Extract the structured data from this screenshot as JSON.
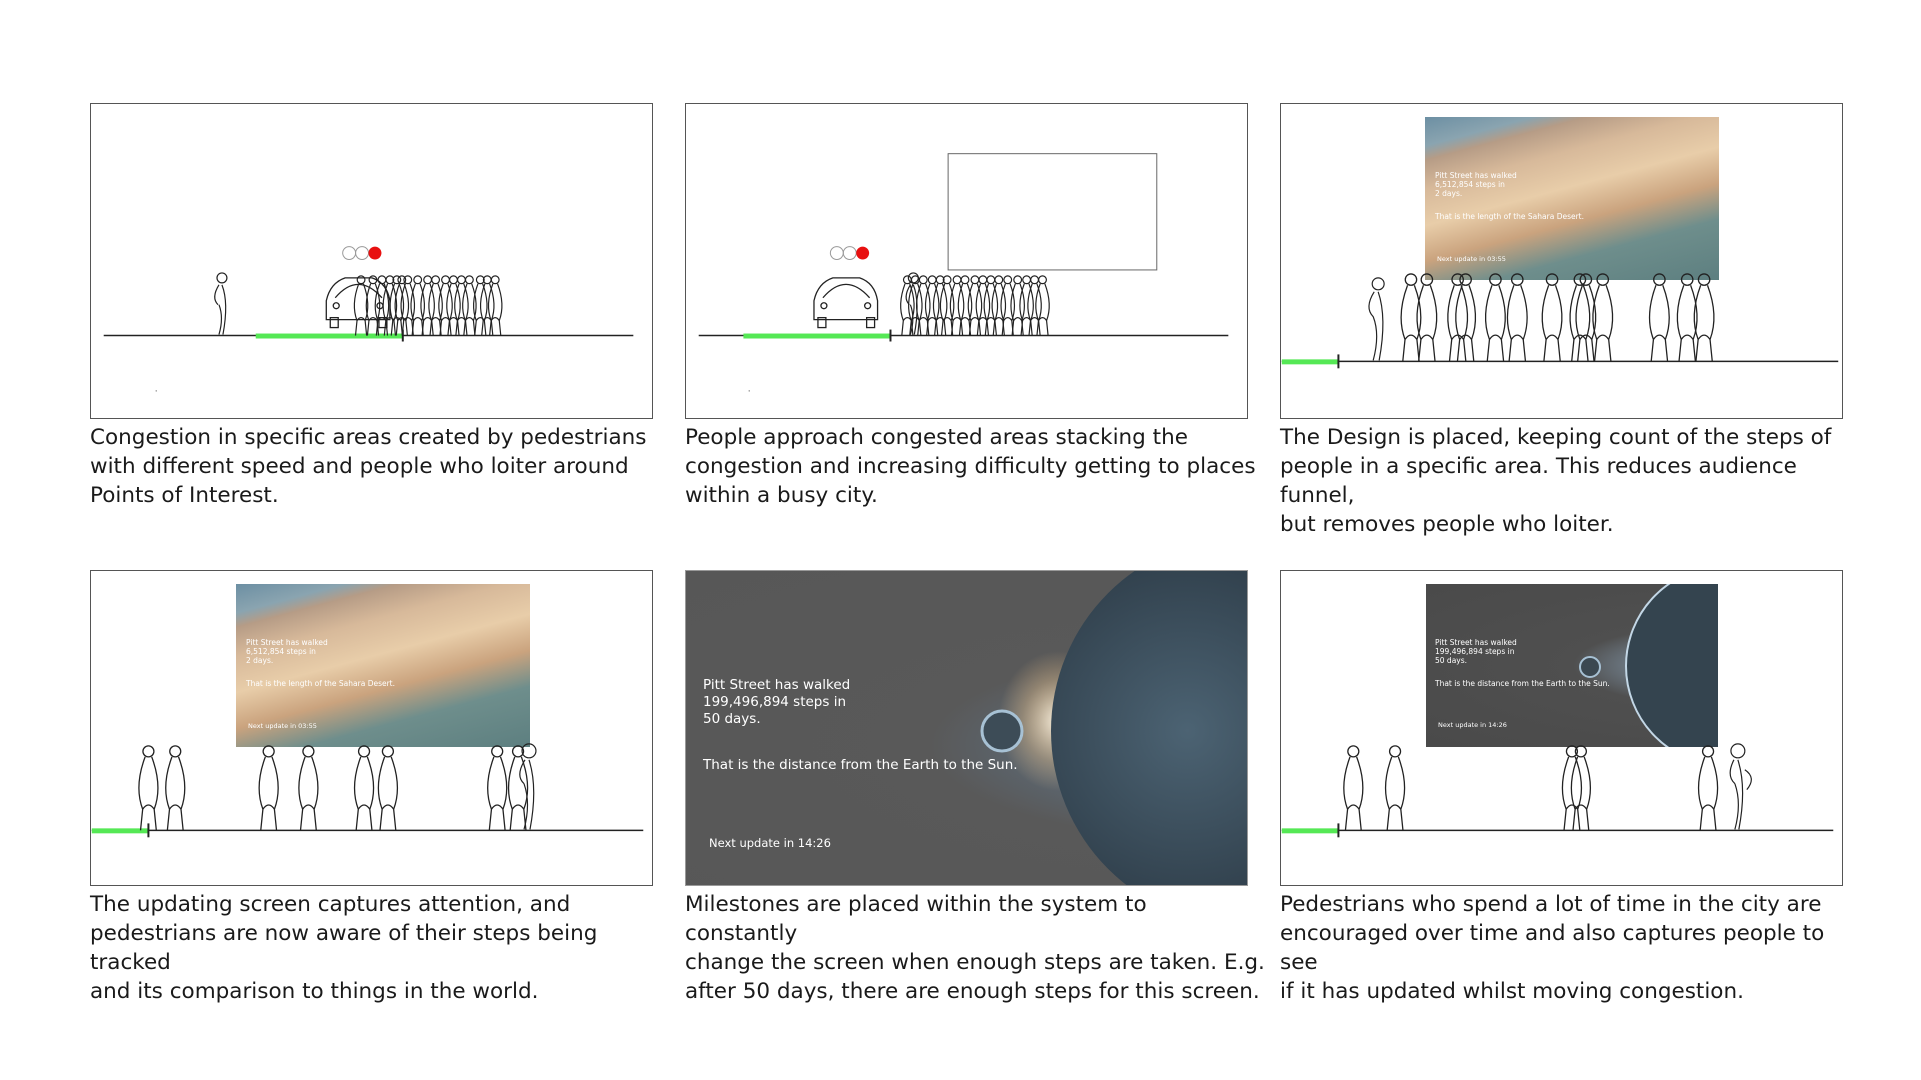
{
  "panels": [
    {
      "caption": "Congestion in specific areas created by pedestrians\nwith different speed and people who loiter around\nPoints of Interest."
    },
    {
      "caption": "People approach congested areas stacking the\ncongestion and increasing difficulty getting to places\nwithin a busy city."
    },
    {
      "caption": "The Design is placed, keeping count of the steps of\npeople in a specific area. This reduces audience funnel,\nbut removes people who loiter."
    },
    {
      "caption": "The updating screen captures attention, and\npedestrians are now aware of their steps being tracked\nand its comparison to things in the world."
    },
    {
      "caption": "Milestones are placed within the system to constantly\nchange the screen when enough steps are taken. E.g.\nafter 50 days, there are enough steps for this screen."
    },
    {
      "caption": "Pedestrians who spend a lot of time in the city are\nencouraged over time and also captures people to see\nif it has updated whilst moving congestion."
    }
  ],
  "desert_screen": {
    "stat": "Pitt Street has walked\n6,512,854 steps in\n2 days.",
    "comparison": "That is the length of the Sahara Desert.",
    "next": "Next update in 03:55"
  },
  "earth_screen": {
    "stat": "Pitt Street has walked\n199,496,894 steps in\n50 days.",
    "comparison": "That is the distance from the Earth to the Sun.",
    "next": "Next update in 14:26"
  },
  "colors": {
    "progress_bar": "#55e855",
    "signal_red": "#e81010",
    "border": "#555555"
  },
  "icons": [
    "car-icon",
    "pedestrian-icon",
    "traffic-light-icon",
    "moon-icon",
    "earth-icon"
  ]
}
